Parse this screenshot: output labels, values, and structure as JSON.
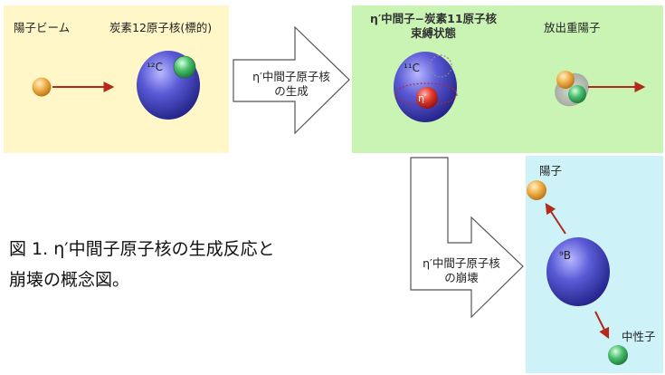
{
  "panel_1": {
    "proton_beam_label": "陽子ビーム",
    "target_label": "炭素12原子核(標的)",
    "target_nucleus_label": "¹²C"
  },
  "arrow_1": {
    "line1": "η′中間子原子核",
    "line2": "の生成"
  },
  "panel_2": {
    "title_line1": "η′中間子−炭素11原子核",
    "title_line2": "束縛状態",
    "emitted_label": "放出重陽子",
    "nucleus_label": "¹¹C",
    "meson_label": "η′"
  },
  "arrow_2": {
    "line1": "η′中間子原子核",
    "line2": "の崩壊"
  },
  "panel_3": {
    "proton_label": "陽子",
    "nucleus_label": "⁹B",
    "neutron_label": "中性子"
  },
  "caption": {
    "line1": "図 1. η′中間子原子核の生成反応と",
    "line2": "崩壊の概念図。"
  },
  "colors": {
    "proton": "#e8a43c",
    "neutron": "#3fb06a",
    "nucleus": "#5252c8",
    "eta_meson": "#d83232",
    "arrow": "#b42a1a"
  }
}
